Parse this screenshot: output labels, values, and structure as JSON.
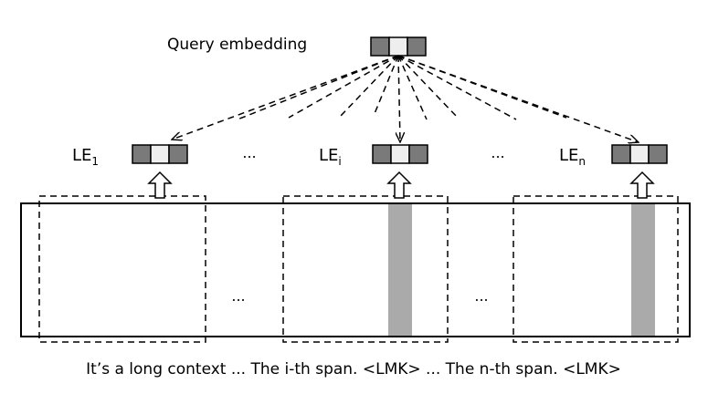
{
  "query": {
    "label": "Query embedding"
  },
  "landmarks": [
    {
      "base": "LE",
      "sub": "1"
    },
    {
      "base": "LE",
      "sub": "i"
    },
    {
      "base": "LE",
      "sub": "n"
    }
  ],
  "ellipsis": "...",
  "caption": "It’s a long context ... The i-th span. <LMK> ... The n-th span. <LMK>",
  "colors": {
    "embedding_dark": "#7a7a7a",
    "embedding_light": "#eeeeee",
    "token_bar": "#aaaaaa",
    "stroke": "#000000"
  }
}
